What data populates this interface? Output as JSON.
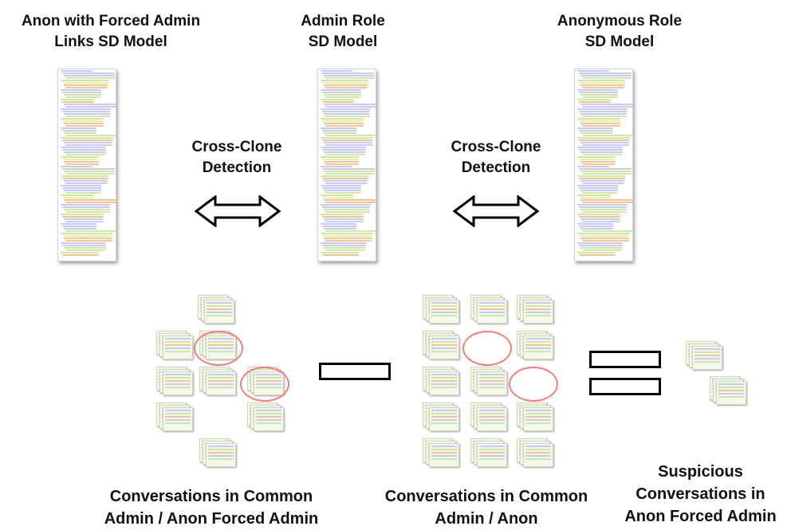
{
  "titles": {
    "left": "Anon with Forced Admin\nLinks SD Model",
    "middle": "Admin Role\nSD Model",
    "right": "Anonymous Role\nSD Model"
  },
  "detections": {
    "left": "Cross-Clone\nDetection",
    "right": "Cross-Clone\nDetection"
  },
  "captions": {
    "left": "Conversations in Common\nAdmin / Anon Forced Admin",
    "middle": "Conversations in Common\nAdmin / Anon",
    "right": "Suspicious\nConversations in\nAnon Forced Admin"
  },
  "colors": {
    "ring": "#ee7f7c",
    "line_blue": "#c9c9f2",
    "line_green": "#cfe6a8",
    "line_orange": "#f2c596",
    "line_yellow": "#eef0b0"
  }
}
